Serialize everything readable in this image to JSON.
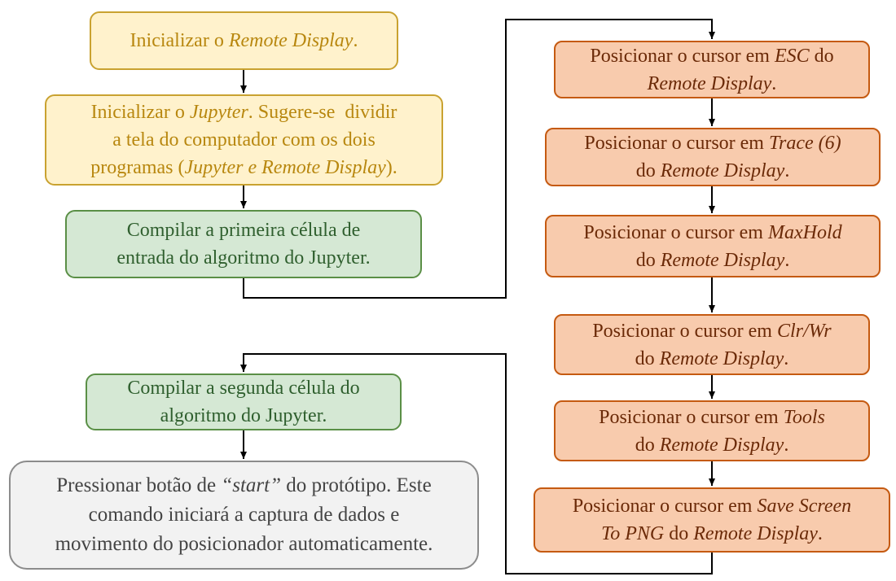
{
  "left_column": {
    "init_remote_display": {
      "before": "Inicializar o ",
      "em": "Remote Display",
      "after": "."
    },
    "init_jupyter": {
      "line1_before": "Inicializar o ",
      "line1_em": "Jupyter",
      "line1_after": ". Sugere-se  dividir",
      "line2": "a tela do computador com os dois",
      "line3_before": "programas (",
      "line3_em": "Jupyter e Remote Display",
      "line3_after": ")."
    },
    "compile_first_cell": {
      "line1": "Compilar a primeira célula de",
      "line2": "entrada do algoritmo do Jupyter."
    },
    "compile_second_cell": {
      "line1": "Compilar a segunda célula do",
      "line2": "algoritmo do Jupyter."
    },
    "press_start": {
      "line1_before": "Pressionar botão de ",
      "line1_em": "“start”",
      "line1_after": " do protótipo. Este",
      "line2": "comando iniciará a captura de dados e",
      "line3": "movimento do posicionador automaticamente."
    }
  },
  "right_column": {
    "position_esc": {
      "line1_before": "Posicionar o cursor em ",
      "line1_em": "ESC",
      "line1_after": " do",
      "line2_em": "Remote Display",
      "line2_after": "."
    },
    "position_trace": {
      "line1_before": "Posicionar o cursor em ",
      "line1_em": "Trace (6)",
      "line2_before": "do ",
      "line2_em": "Remote Display",
      "line2_after": "."
    },
    "position_maxhold": {
      "line1_before": "Posicionar o cursor em ",
      "line1_em": "MaxHold",
      "line2_before": "do ",
      "line2_em": "Remote Display",
      "line2_after": "."
    },
    "position_clrwr": {
      "line1_before": "Posicionar o cursor em ",
      "line1_em": "Clr/Wr",
      "line2_before": "do ",
      "line2_em": "Remote Display",
      "line2_after": "."
    },
    "position_tools": {
      "line1_before": "Posicionar o cursor em ",
      "line1_em": "Tools",
      "line2_before": "do ",
      "line2_em": "Remote Display",
      "line2_after": "."
    },
    "position_save_screen": {
      "line1_before": "Posicionar o cursor em ",
      "line1_em": "Save Screen",
      "line2_em": "To PNG",
      "line2_before": " do ",
      "line2_em2": "Remote Display",
      "line2_after": "."
    }
  },
  "colors": {
    "yellow_fill": "#fff2cc",
    "green_fill": "#d5e8d4",
    "grey_fill": "#f2f2f2",
    "orange_fill": "#f8cbad",
    "connector": "#000000"
  }
}
